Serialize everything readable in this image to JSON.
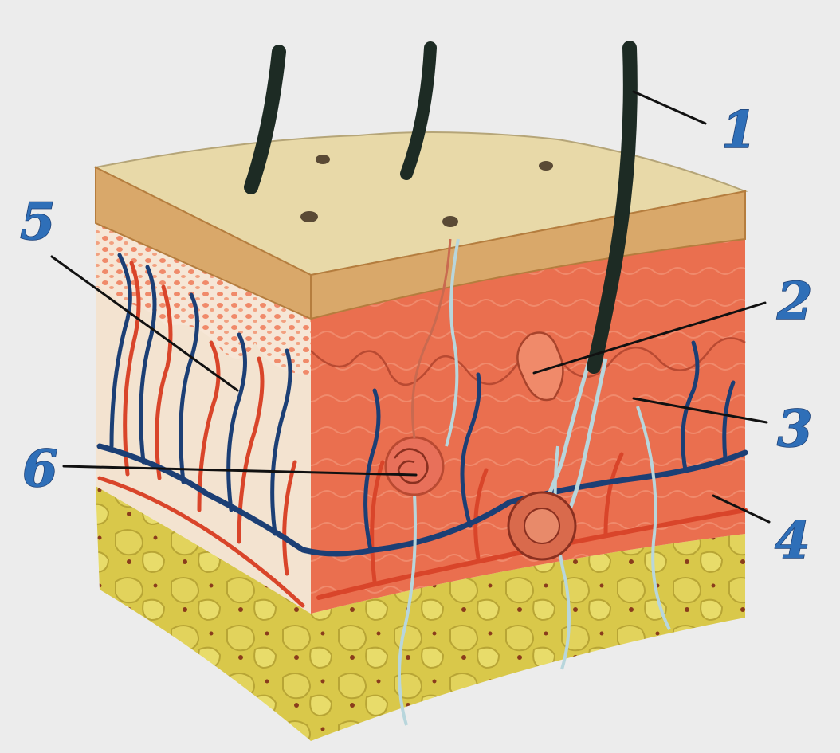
{
  "labels": [
    {
      "id": "1",
      "text": "1"
    },
    {
      "id": "2",
      "text": "2"
    },
    {
      "id": "3",
      "text": "3"
    },
    {
      "id": "4",
      "text": "4"
    },
    {
      "id": "5",
      "text": "5"
    },
    {
      "id": "6",
      "text": "6"
    }
  ],
  "colors": {
    "background": "#ececec",
    "epidermis_top": "#e8d9a8",
    "stratum_corneum": "#d9a86a",
    "dermis": "#e86a4c",
    "dermis_side": "#f3e3d0",
    "hypodermis": "#d9c84a",
    "vein": "#1c3f75",
    "artery": "#d9452a",
    "nerve": "#b8d6dc",
    "hair": "#1d2b24",
    "label_fill": "#2f6fb8"
  }
}
